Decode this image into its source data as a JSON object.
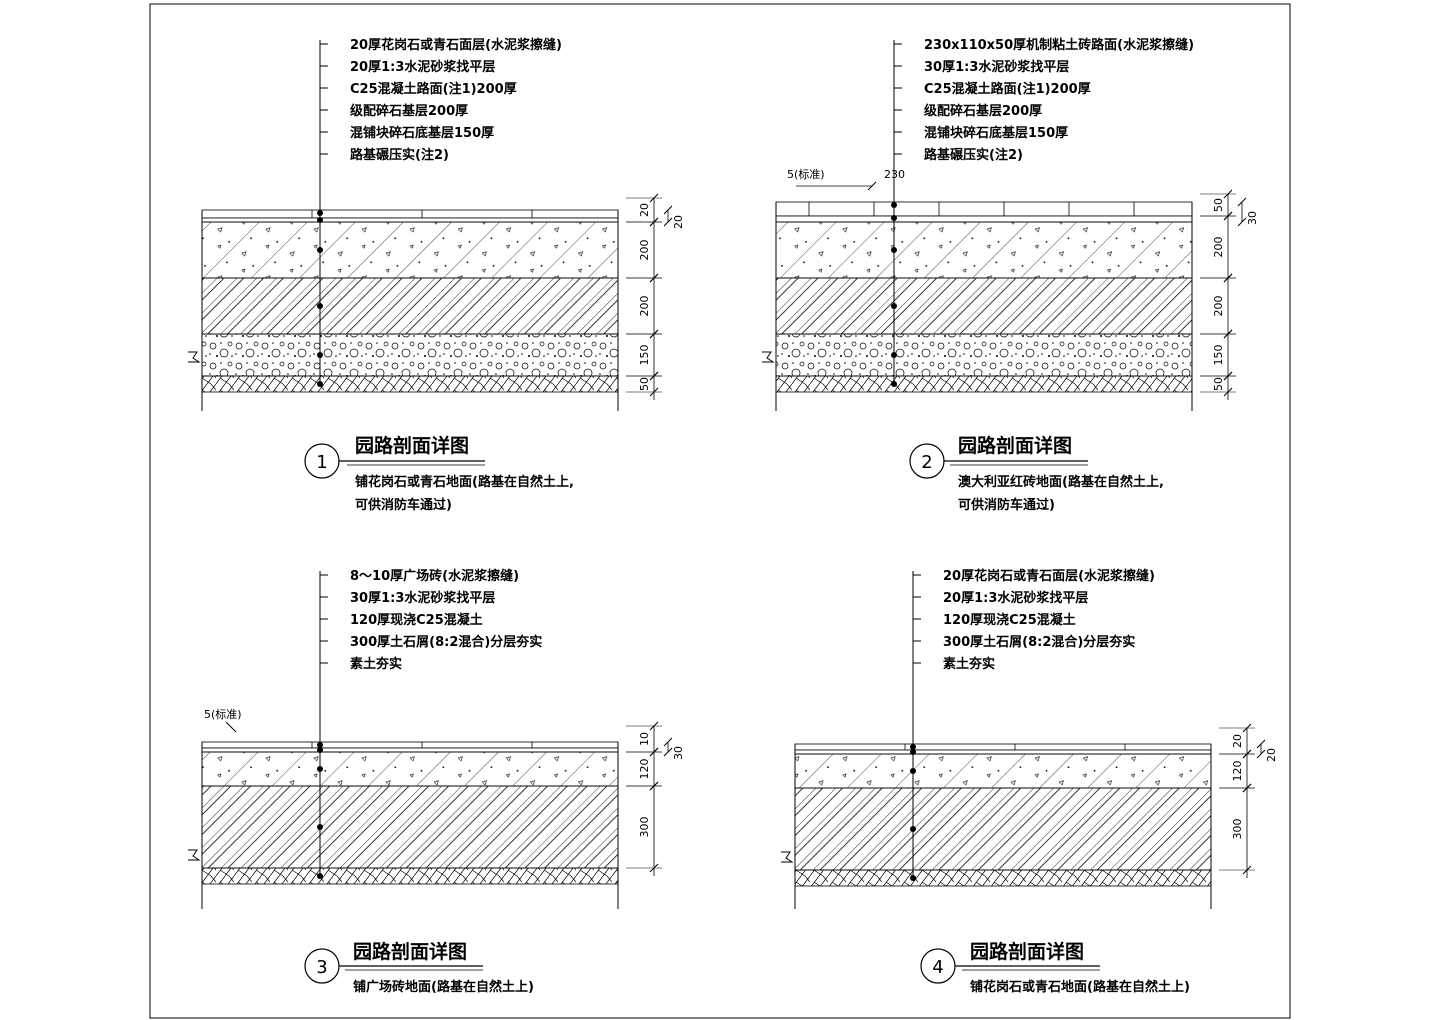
{
  "drawing": {
    "details": [
      {
        "number": "1",
        "title": "园路剖面详图",
        "subtitle_lines": [
          "铺花岗石或青石地面(路基在自然土上,",
          "可供消防车通过)"
        ],
        "callouts": [
          "20厚花岗石或青石面层(水泥浆擦缝)",
          "20厚1:3水泥砂浆找平层",
          "C25混凝土路面(注1)200厚",
          "级配碎石基层200厚",
          "混铺块碎石底基层150厚",
          "路基碾压实(注2)"
        ],
        "dims_left": [
          "20",
          "200",
          "200",
          "150",
          "50"
        ],
        "dims_right": [
          "20"
        ],
        "note": ""
      },
      {
        "number": "2",
        "title": "园路剖面详图",
        "subtitle_lines": [
          "澳大利亚红砖地面(路基在自然土上,",
          "可供消防车通过)"
        ],
        "callouts": [
          "230x110x50厚机制粘土砖路面(水泥浆擦缝)",
          "30厚1:3水泥砂浆找平层",
          "C25混凝土路面(注1)200厚",
          "级配碎石基层200厚",
          "混铺块碎石底基层150厚",
          "路基碾压实(注2)"
        ],
        "dims_left": [
          "50",
          "200",
          "200",
          "150",
          "50"
        ],
        "dims_right": [
          "30"
        ],
        "note": "5(标准)",
        "note_dim": "230"
      },
      {
        "number": "3",
        "title": "园路剖面详图",
        "subtitle_lines": [
          "铺广场砖地面(路基在自然土上)"
        ],
        "callouts": [
          "8～10厚广场砖(水泥浆擦缝)",
          "30厚1:3水泥砂浆找平层",
          "120厚现浇C25混凝土",
          "300厚土石屑(8:2混合)分层夯实",
          "素土夯实"
        ],
        "dims_left": [
          "10",
          "120",
          "300"
        ],
        "dims_right": [
          "30"
        ],
        "note": "5(标准)"
      },
      {
        "number": "4",
        "title": "园路剖面详图",
        "subtitle_lines": [
          "铺花岗石或青石地面(路基在自然土上)"
        ],
        "callouts": [
          "20厚花岗石或青石面层(水泥浆擦缝)",
          "20厚1:3水泥砂浆找平层",
          "120厚现浇C25混凝土",
          "300厚土石屑(8:2混合)分层夯实",
          "素土夯实"
        ],
        "dims_left": [
          "20",
          "120",
          "300"
        ],
        "dims_right": [
          "20"
        ],
        "note": ""
      }
    ]
  }
}
